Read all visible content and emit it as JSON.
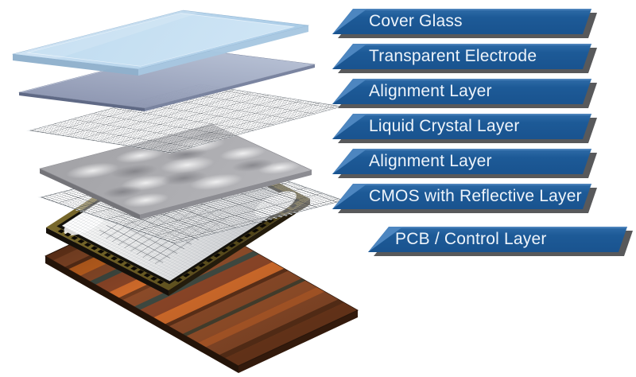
{
  "banners": [
    {
      "label": "Cover Glass"
    },
    {
      "label": "Transparent Electrode"
    },
    {
      "label": "Alignment Layer"
    },
    {
      "label": "Liquid Crystal Layer"
    },
    {
      "label": "Alignment Layer"
    },
    {
      "label": "CMOS with Reflective Layer"
    },
    {
      "label": "PCB / Control Layer"
    }
  ],
  "colors": {
    "banner_blue": "#1d5a97",
    "banner_blue_light": "#4d86c0",
    "banner_highlight": "#4a81ba",
    "banner_shadow": "#58595b",
    "banner_text": "#eef4fa",
    "background": "#ffffff"
  }
}
